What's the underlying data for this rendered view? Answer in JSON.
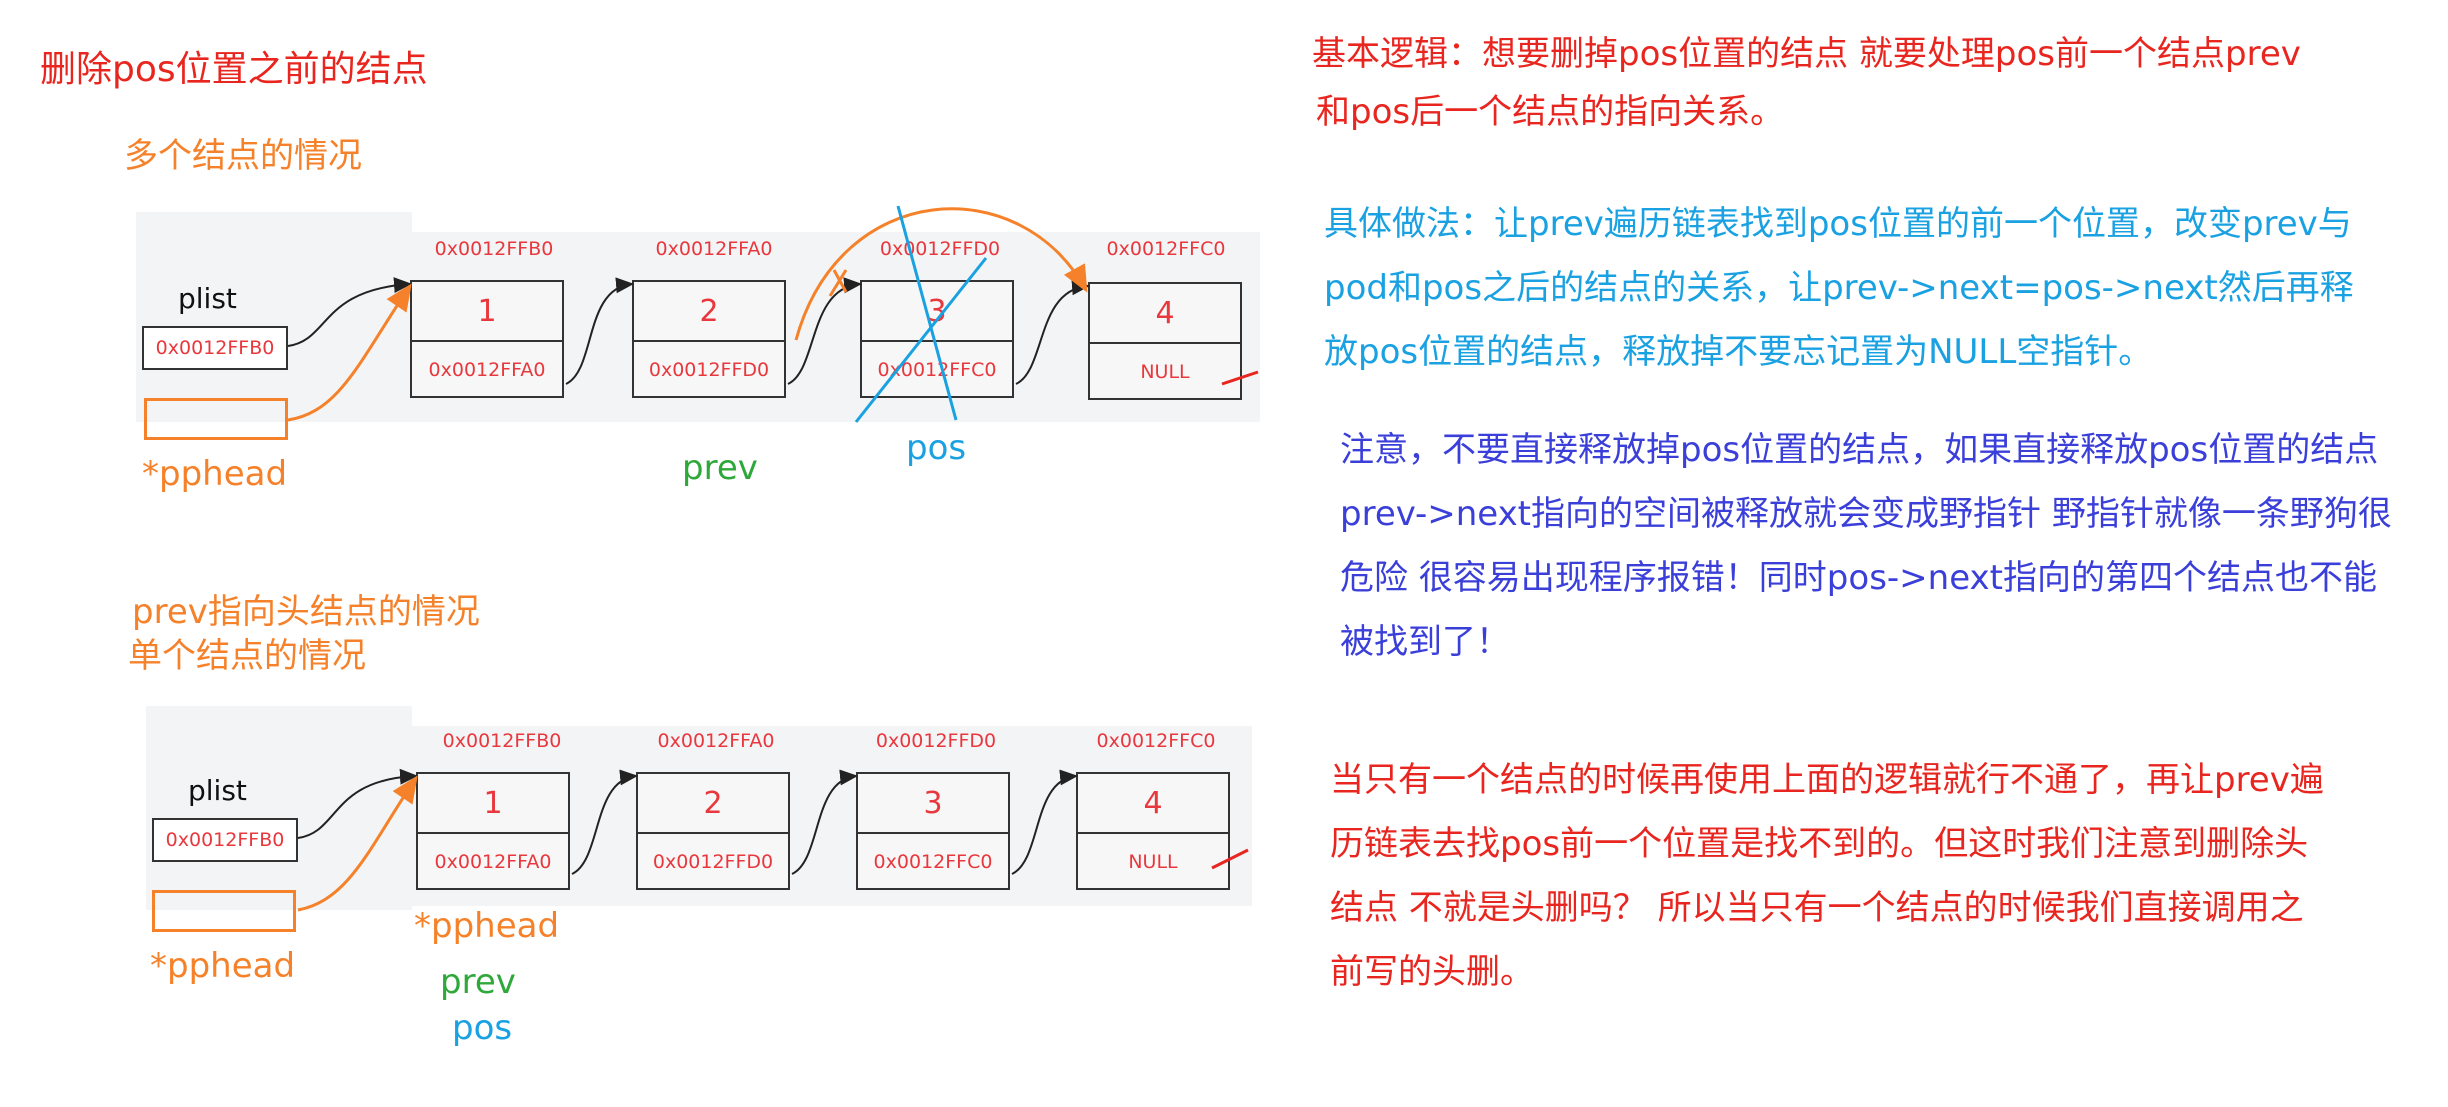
{
  "left": {
    "title": "删除pos位置之前的结点",
    "multi_title": "多个结点的情况",
    "head_title_1": "prev指向头结点的情况",
    "head_title_2": "单个结点的情况"
  },
  "diagram_top": {
    "plist_label": "plist",
    "plist_value": "0x0012FFB0",
    "nodes": [
      {
        "addr": "0x0012FFB0",
        "data": "1",
        "next": "0x0012FFA0"
      },
      {
        "addr": "0x0012FFA0",
        "data": "2",
        "next": "0x0012FFD0"
      },
      {
        "addr": "0x0012FFD0",
        "data": "3",
        "next": "0x0012FFC0"
      },
      {
        "addr": "0x0012FFC0",
        "data": "4",
        "next": "NULL"
      }
    ],
    "pphead_label": "*pphead",
    "prev_label": "prev",
    "pos_label": "pos"
  },
  "diagram_bottom": {
    "plist_label": "plist",
    "plist_value": "0x0012FFB0",
    "nodes": [
      {
        "addr": "0x0012FFB0",
        "data": "1",
        "next": "0x0012FFA0"
      },
      {
        "addr": "0x0012FFA0",
        "data": "2",
        "next": "0x0012FFD0"
      },
      {
        "addr": "0x0012FFD0",
        "data": "3",
        "next": "0x0012FFC0"
      },
      {
        "addr": "0x0012FFC0",
        "data": "4",
        "next": "NULL"
      }
    ],
    "pphead_label_left": "*pphead",
    "pphead_label_right": "*pphead",
    "prev_label": "prev",
    "pos_label": "pos"
  },
  "right": {
    "logic_1": "基本逻辑：想要删掉pos位置的结点 就要处理pos前一个结点prev",
    "logic_2": "和pos后一个结点的指向关系。",
    "method": "具体做法：让prev遍历链表找到pos位置的前一个位置，改变prev与pod和pos之后的结点的关系，让prev->next=pos->next然后再释放pos位置的结点，释放掉不要忘记置为NULL空指针。",
    "note": "注意，不要直接释放掉pos位置的结点，如果直接释放pos位置的结点prev->next指向的空间被释放就会变成野指针 野指针就像一条野狗很危险 很容易出现程序报错！同时pos->next指向的第四个结点也不能被找到了！",
    "single": "当只有一个结点的时候再使用上面的逻辑就行不通了，再让prev遍历链表去找pos前一个位置是找不到的。但这时我们注意到删除头结点 不就是头删吗？ 所以当只有一个结点的时候我们直接调用之前写的头删。"
  },
  "colors": {
    "red": "#e8261f",
    "orange": "#f5822a",
    "green": "#2ea83a",
    "cyan": "#1aa1e2",
    "blue": "#3b3fd9"
  }
}
